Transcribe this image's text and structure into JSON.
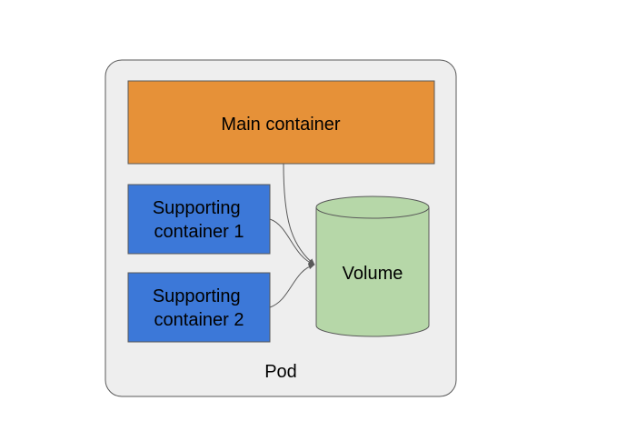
{
  "pod": {
    "label": "Pod",
    "fill": "#eeeeee",
    "stroke": "#595959"
  },
  "main_container": {
    "label": "Main container",
    "fill": "#e69138",
    "stroke": "#595959"
  },
  "supporting_container_1": {
    "line1": "Supporting",
    "line2": "container 1",
    "fill": "#3c78d8",
    "stroke": "#595959"
  },
  "supporting_container_2": {
    "line1": "Supporting",
    "line2": "container 2",
    "fill": "#3c78d8",
    "stroke": "#595959"
  },
  "volume": {
    "label": "Volume",
    "fill": "#b6d7a8",
    "stroke": "#595959"
  },
  "connector_color": "#595959"
}
